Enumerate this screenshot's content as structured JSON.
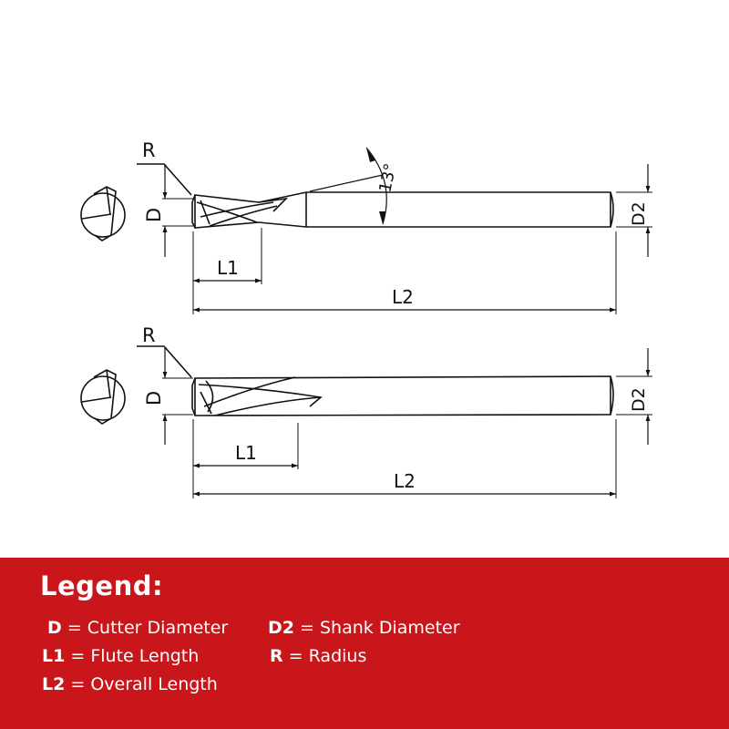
{
  "labels": {
    "radius": "R",
    "cutter_diameter": "D",
    "shank_diameter": "D2",
    "flute_length": "L1",
    "overall_length": "L2",
    "angle": "13°"
  },
  "legend": {
    "title": "Legend:",
    "items": [
      {
        "key": "D",
        "text": " = Cutter Diameter"
      },
      {
        "key": "D2",
        "text": " = Shank Diameter"
      },
      {
        "key": "L1",
        "text": " = Flute Length"
      },
      {
        "key": "R",
        "text": " = Radius"
      },
      {
        "key": "L2",
        "text": " = Overall Length"
      }
    ]
  },
  "colors": {
    "banner": "#c8161b",
    "banner_text": "#ffffff",
    "line": "#111111"
  }
}
